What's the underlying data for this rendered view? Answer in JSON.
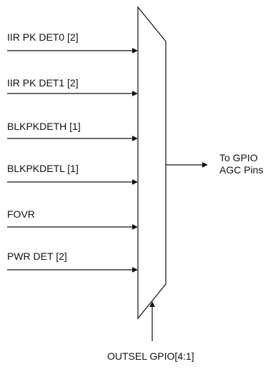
{
  "diagram": {
    "inputs": [
      {
        "label": "IIR PK DET0 [2]"
      },
      {
        "label": "IIR PK DET1 [2]"
      },
      {
        "label": "BLKPKDETH [1]"
      },
      {
        "label": "BLKPKDETL [1]"
      },
      {
        "label": "FOVR"
      },
      {
        "label": "PWR DET [2]"
      }
    ],
    "output": {
      "line1": "To GPIO",
      "line2": "AGC Pins"
    },
    "select": {
      "label": "OUTSEL GPIO[4:1]"
    },
    "colors": {
      "stroke": "#111111",
      "text": "#111111",
      "background": "#ffffff"
    }
  }
}
